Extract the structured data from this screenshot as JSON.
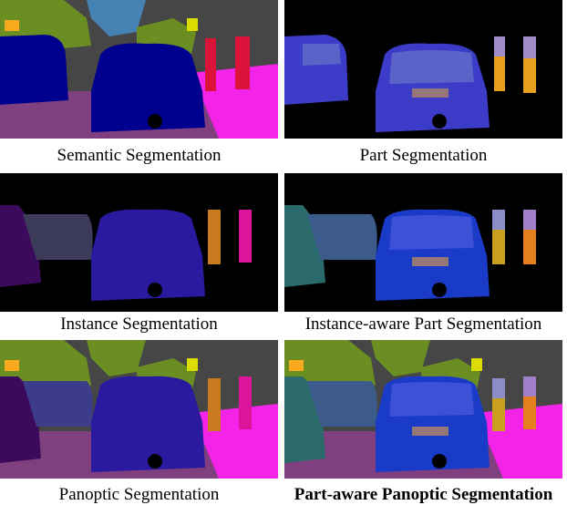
{
  "captions": {
    "semantic": "Semantic Segmentation",
    "part": "Part Segmentation",
    "instance": "Instance Segmentation",
    "instance_part": "Instance-aware Part Segmentation",
    "panoptic": "Panoptic Segmentation",
    "part_panoptic": "Part-aware Panoptic Segmentation"
  },
  "colors": {
    "background": "#000000",
    "sky": "#4682b4",
    "building": "#464646",
    "vegetation": "#6b8e23",
    "road": "#804080",
    "sidewalk": "#f423e8",
    "car": "#00008e",
    "person": "#dc143c",
    "traffic_sign": "#dcdc00",
    "traffic_light": "#faaa1e",
    "car_body": "#3c3cc8",
    "car_window": "#5a64c8",
    "car_part": "#967878",
    "person_torso": "#a08cc8",
    "person_limb": "#e6a01e"
  }
}
